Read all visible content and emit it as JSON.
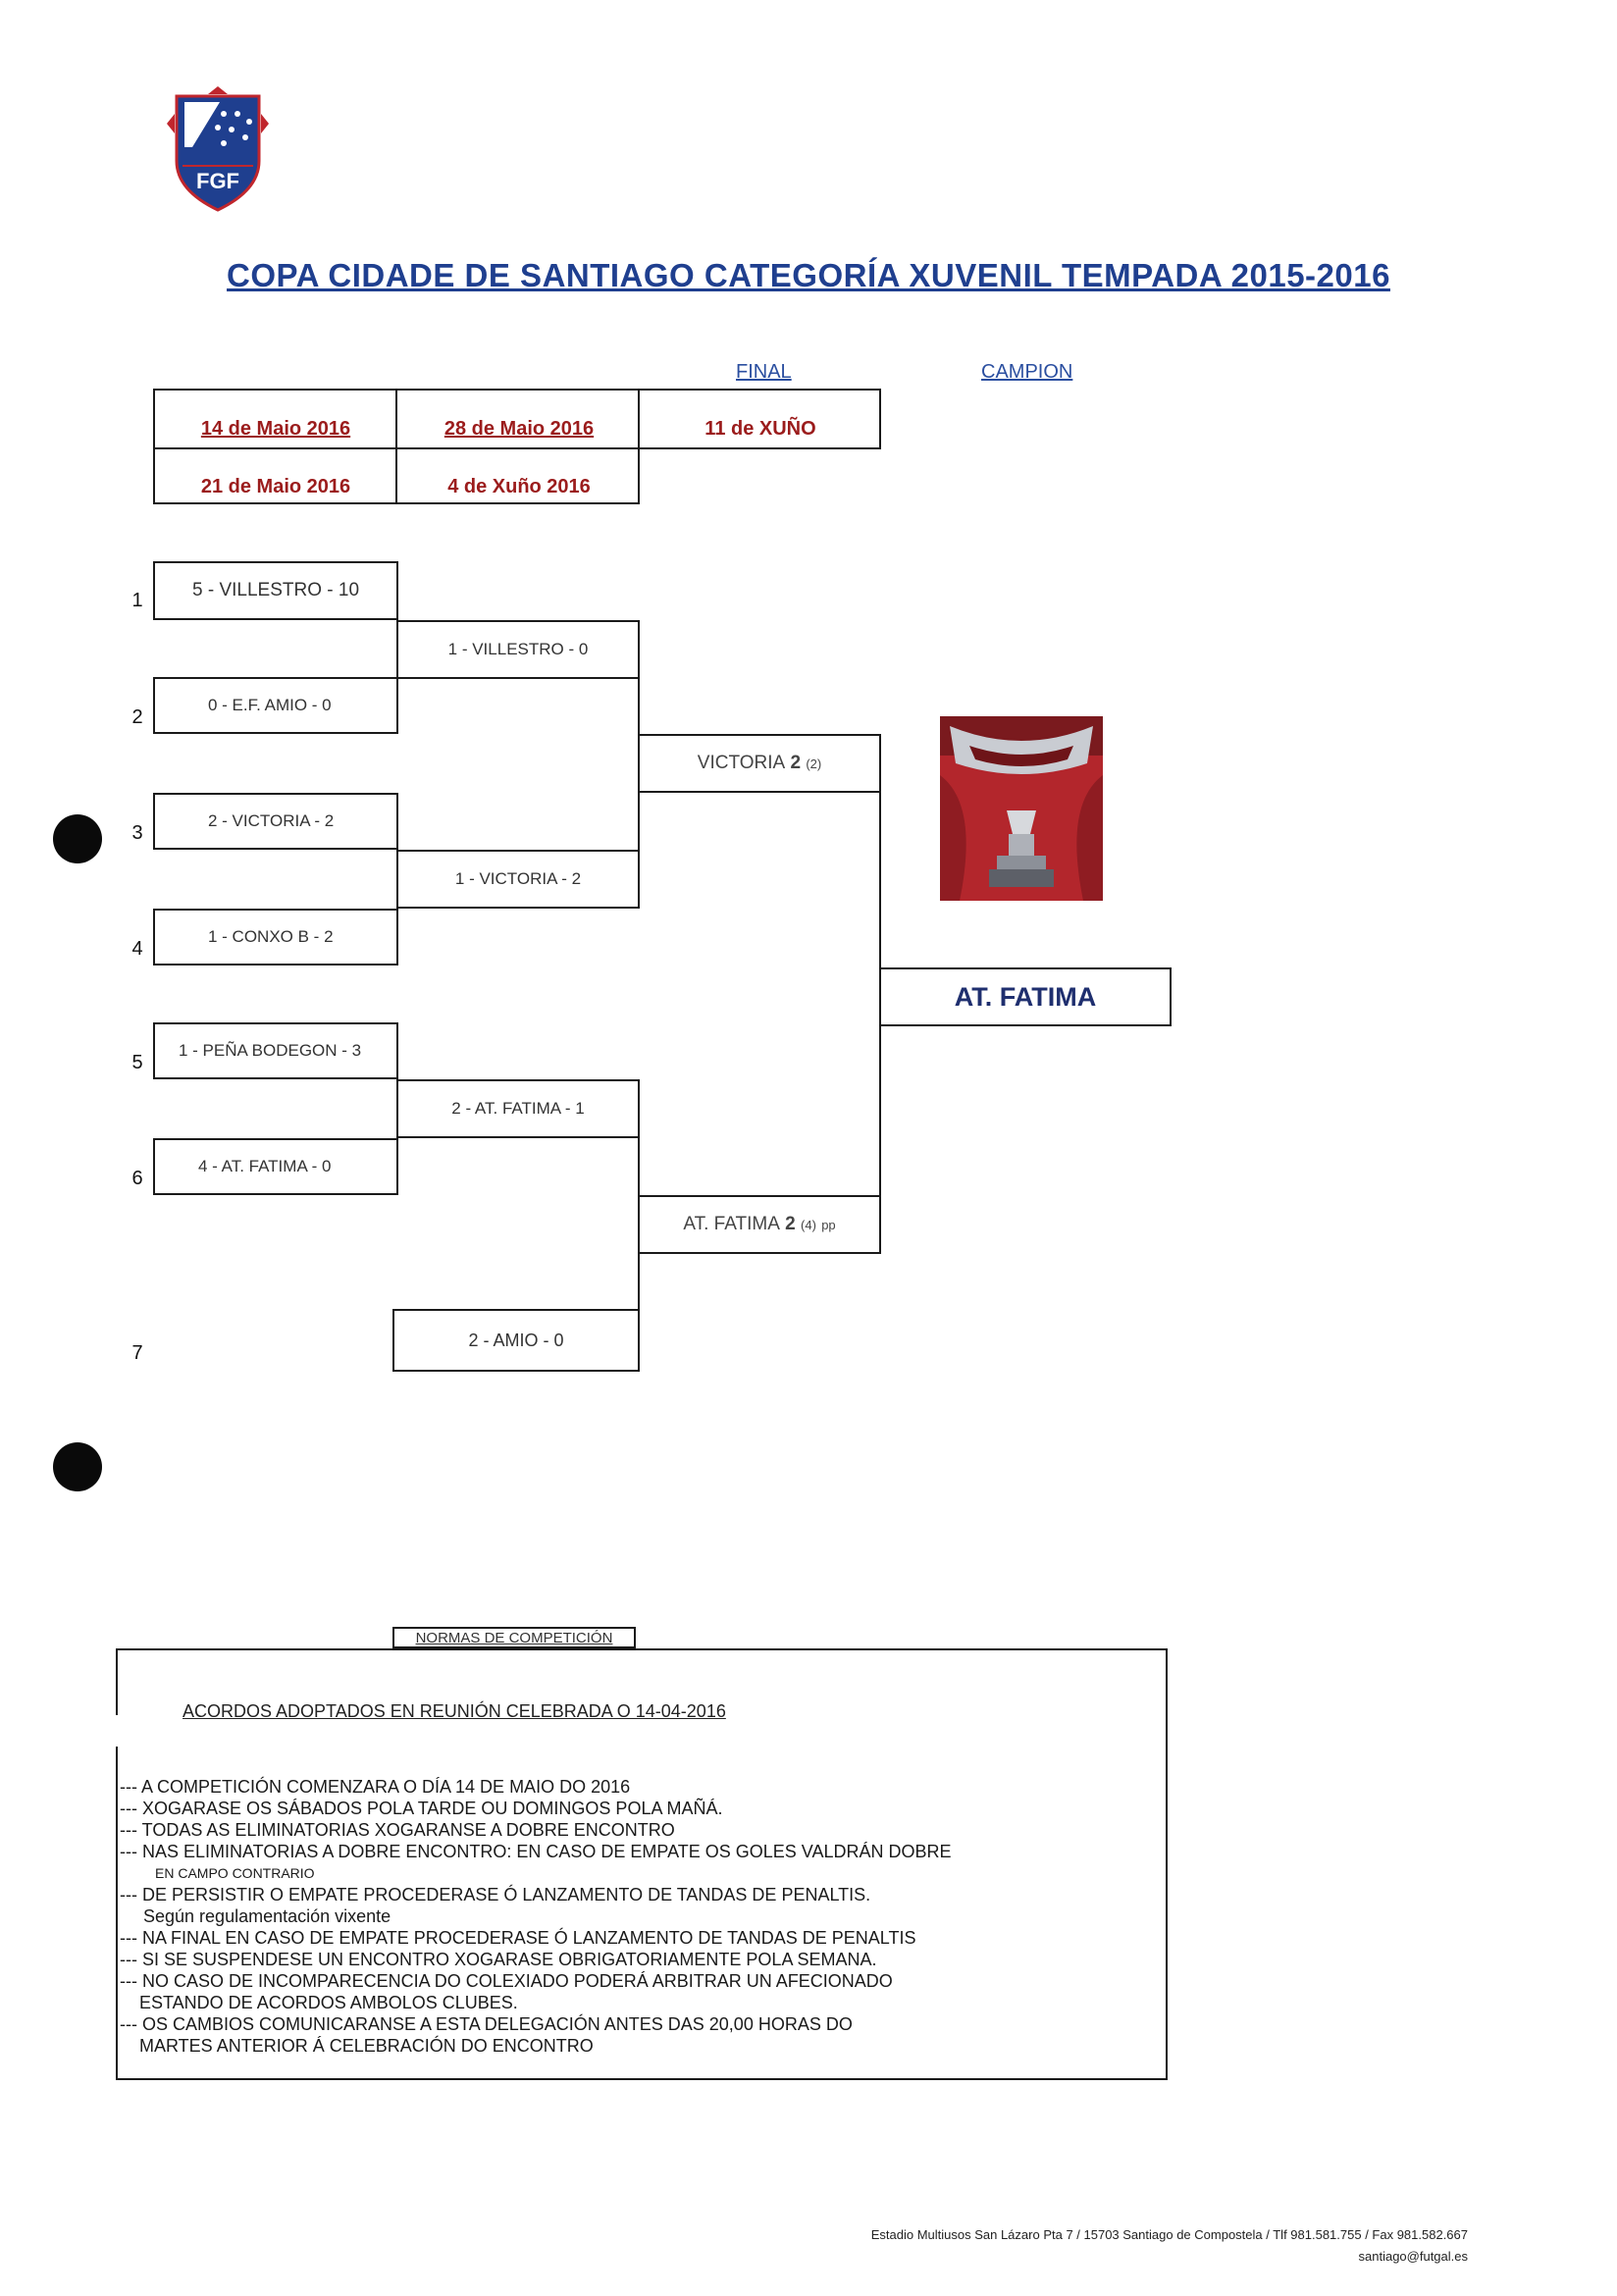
{
  "logo": {
    "text": "FGF"
  },
  "title": "COPA CIDADE DE SANTIAGO CATEGORÍA XUVENIL TEMPADA 2015-2016",
  "headers": {
    "final": "FINAL",
    "campion": "CAMPION"
  },
  "dates": {
    "r1_leg1": "14 de Maio 2016",
    "r1_leg2": "21 de Maio 2016",
    "r2_leg1": "28 de Maio 2016",
    "r2_leg2": "4 de Xuño 2016",
    "final": "11 de XUÑO"
  },
  "seeds": [
    "1",
    "2",
    "3",
    "4",
    "5",
    "6",
    "7"
  ],
  "round1": [
    "5 - VILLESTRO - 10",
    "0 - E.F. AMIO - 0",
    "2 - VICTORIA - 2",
    "1 - CONXO B - 2",
    "1 - PEÑA BODEGON - 3",
    "4 - AT. FATIMA - 0"
  ],
  "round2": [
    "1 - VILLESTRO  - 0",
    "1 - VICTORIA - 2",
    "2 - AT. FATIMA  - 1",
    "2 - AMIO - 0"
  ],
  "semis": {
    "top": {
      "name": "VICTORIA",
      "score": "2",
      "pens": "(2)",
      "suffix": ""
    },
    "bottom": {
      "name": "AT. FATIMA",
      "score": "2",
      "pens": "(4)",
      "suffix": "pp"
    }
  },
  "champion": "AT. FATIMA",
  "rules": {
    "tab": "NORMAS DE COMPETICIÓN",
    "heading": "ACORDOS ADOPTADOS EN REUNIÓN CELEBRADA O 14-04-2016",
    "lines": [
      "--- A COMPETICIÓN COMENZARA O DÍA 14 DE MAIO DO 2016",
      "--- XOGARASE OS SÁBADOS POLA TARDE OU DOMINGOS POLA MAÑÁ.",
      "--- TODAS  AS ELIMINATORIAS XOGARANSE A DOBRE ENCONTRO",
      "--- NAS ELIMINATORIAS A DOBRE ENCONTRO: EN CASO DE EMPATE OS GOLES VALDRÁN DOBRE",
      "EN CAMPO CONTRARIO",
      "---  DE PERSISTIR O EMPATE PROCEDERASE Ó LANZAMENTO DE  TANDAS DE PENALTIS.",
      "Según regulamentación vixente",
      "--- NA FINAL EN CASO DE EMPATE PROCEDERASE Ó LANZAMENTO DE TANDAS DE PENALTIS",
      "--- SI SE SUSPENDESE UN ENCONTRO XOGARASE OBRIGATORIAMENTE POLA SEMANA.",
      "--- NO CASO DE INCOMPARECENCIA DO COLEXIADO PODERÁ ARBITRAR UN AFECIONADO",
      "ESTANDO DE ACORDOS AMBOLOS CLUBES.",
      "--- OS CAMBIOS COMUNICARANSE A ESTA DELEGACIÓN ANTES DAS 20,00 HORAS DO",
      "MARTES ANTERIOR Á CELEBRACIÓN DO ENCONTRO"
    ]
  },
  "footer": {
    "address": "Estadio Multiusos San Lázaro Pta 7 / 15703 Santiago de Compostela / Tlf 981.581.755 / Fax 981.582.667",
    "email": "santiago@futgal.es"
  }
}
